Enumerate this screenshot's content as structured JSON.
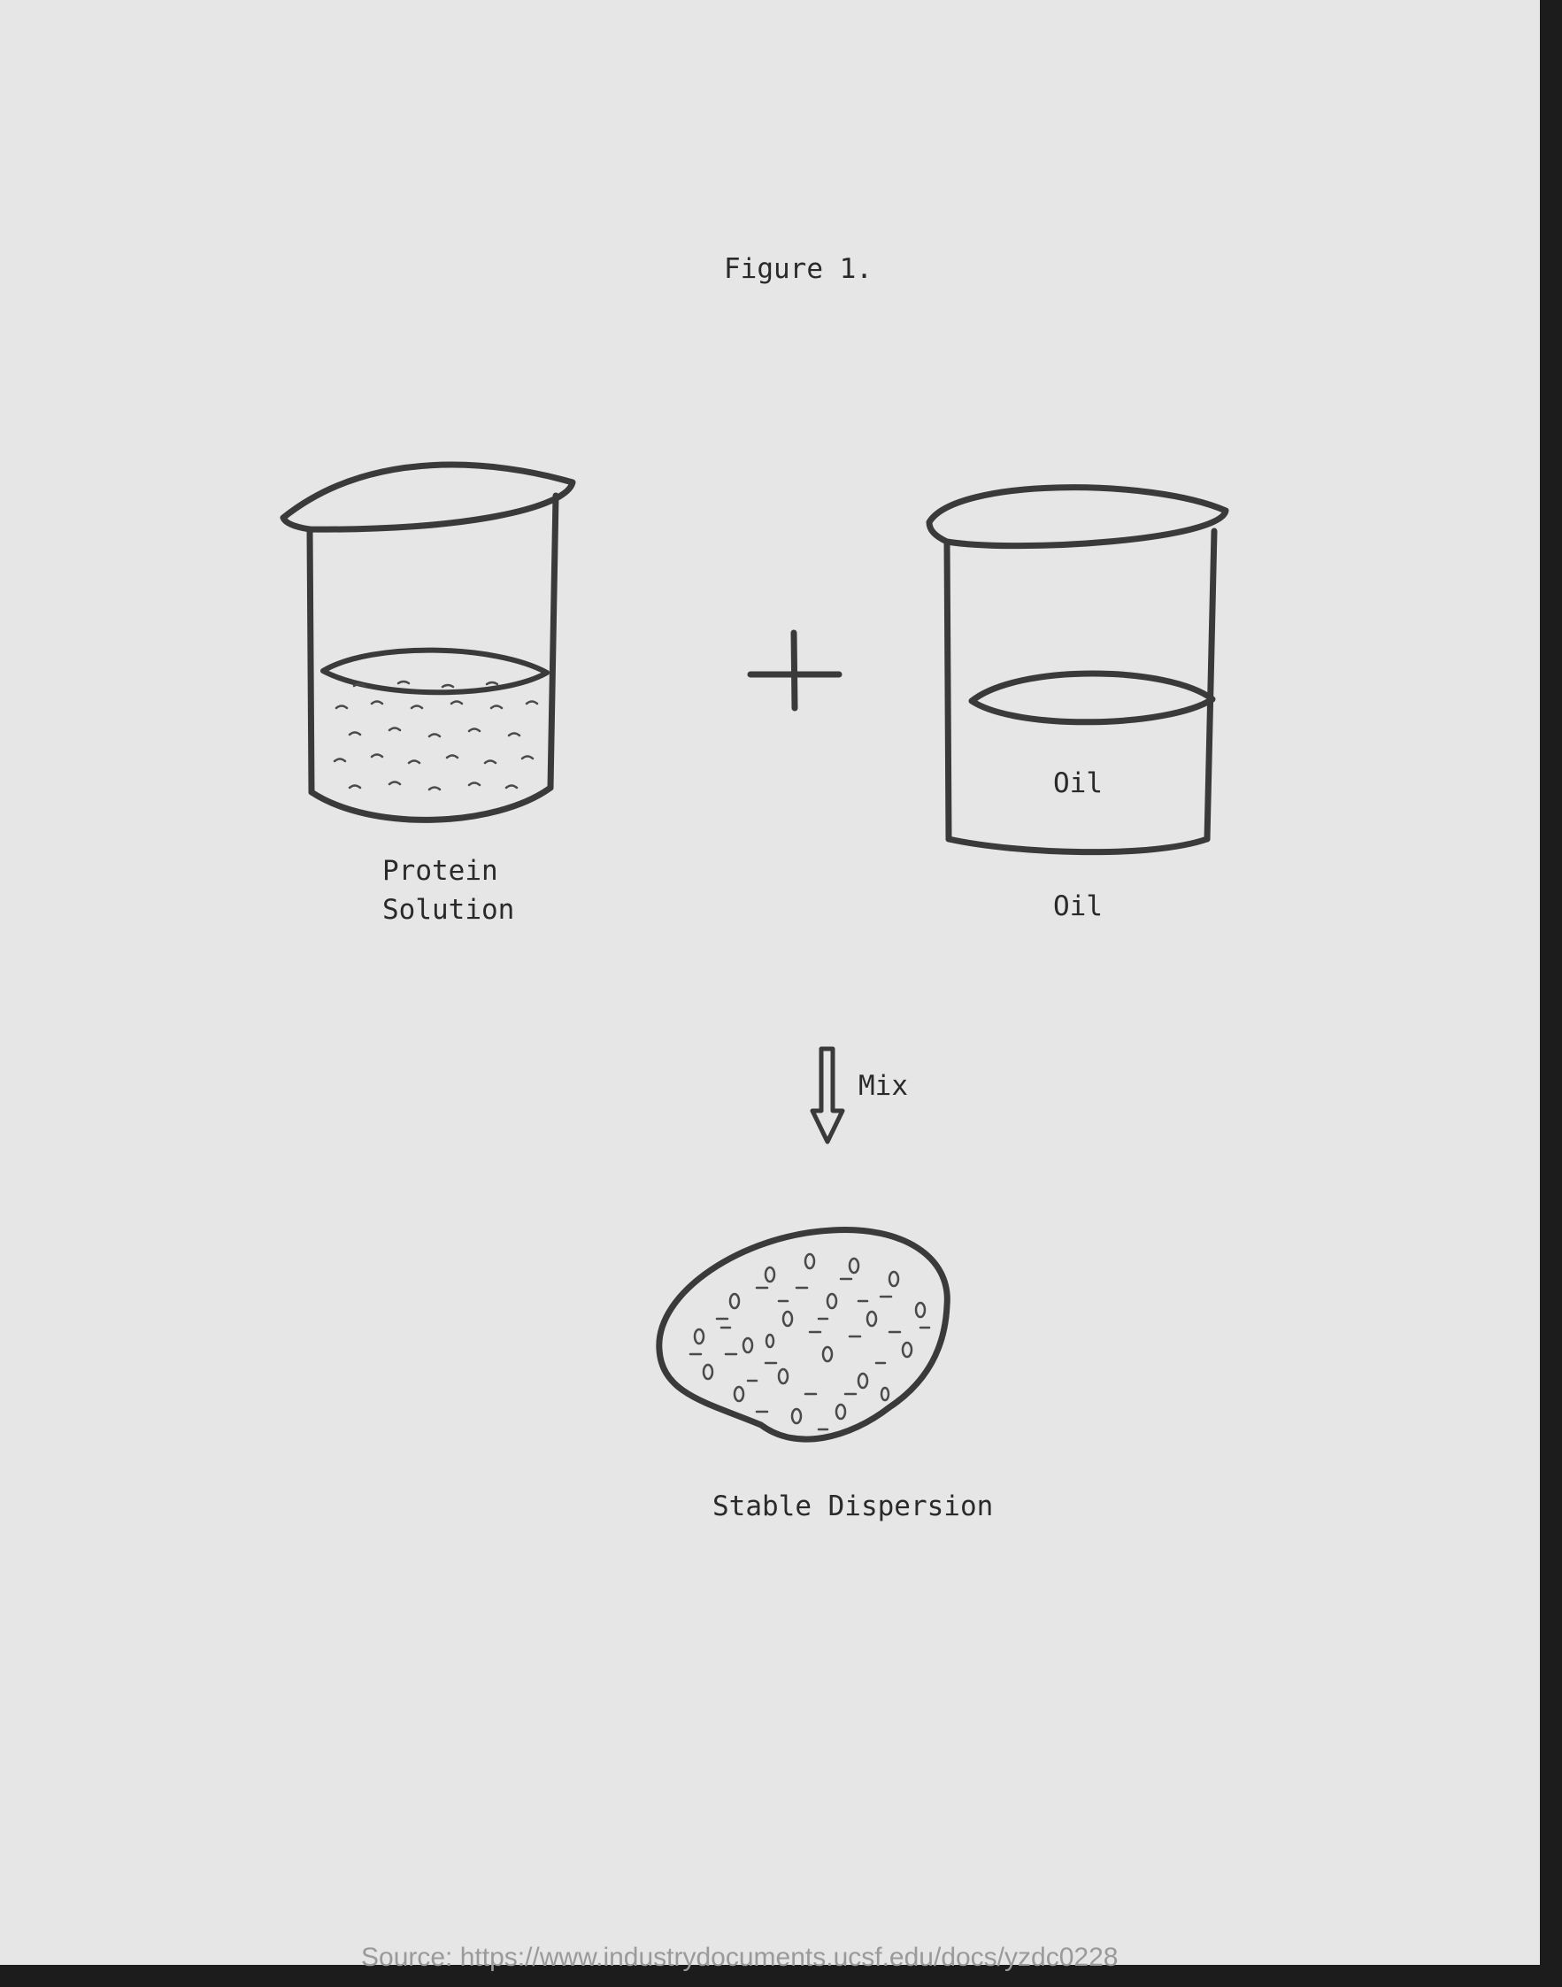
{
  "figure": {
    "title": "Figure 1.",
    "protein_solution": {
      "caption_lines": [
        "Protein",
        "Solution"
      ]
    },
    "oil": {
      "inner_label": "Oil",
      "caption": "Oil"
    },
    "mix_label": "Mix",
    "result_caption": "Stable Dispersion"
  },
  "source_footer": "Source: https://www.industrydocuments.ucsf.edu/docs/yzdc0228"
}
